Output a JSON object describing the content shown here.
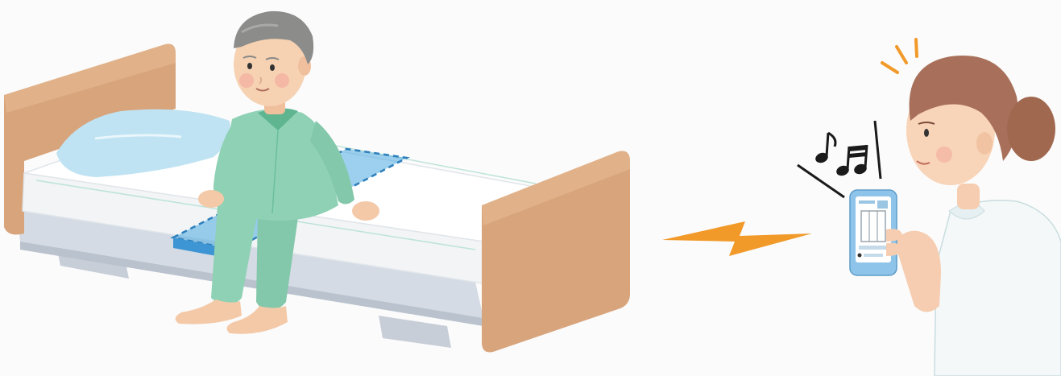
{
  "scene": {
    "elements": [
      "bed",
      "elderly-man-sitting",
      "bed-sensor-mat",
      "wireless-signal",
      "nurse",
      "smartphone",
      "music-notes"
    ],
    "colors": {
      "background": "#fbfbfb",
      "headboard": "#d8a47c",
      "mattress": "#ffffff",
      "bed_frame": "#cfd6df",
      "sensor_mat": "#4ba9e0",
      "pajamas": "#8fd1b5",
      "pillow": "#bfe3f2",
      "signal": "#f19a2a",
      "nurse_hair": "#a8705a",
      "nurse_uniform": "#f4f8f8",
      "phone": "#8ec4ea"
    }
  }
}
